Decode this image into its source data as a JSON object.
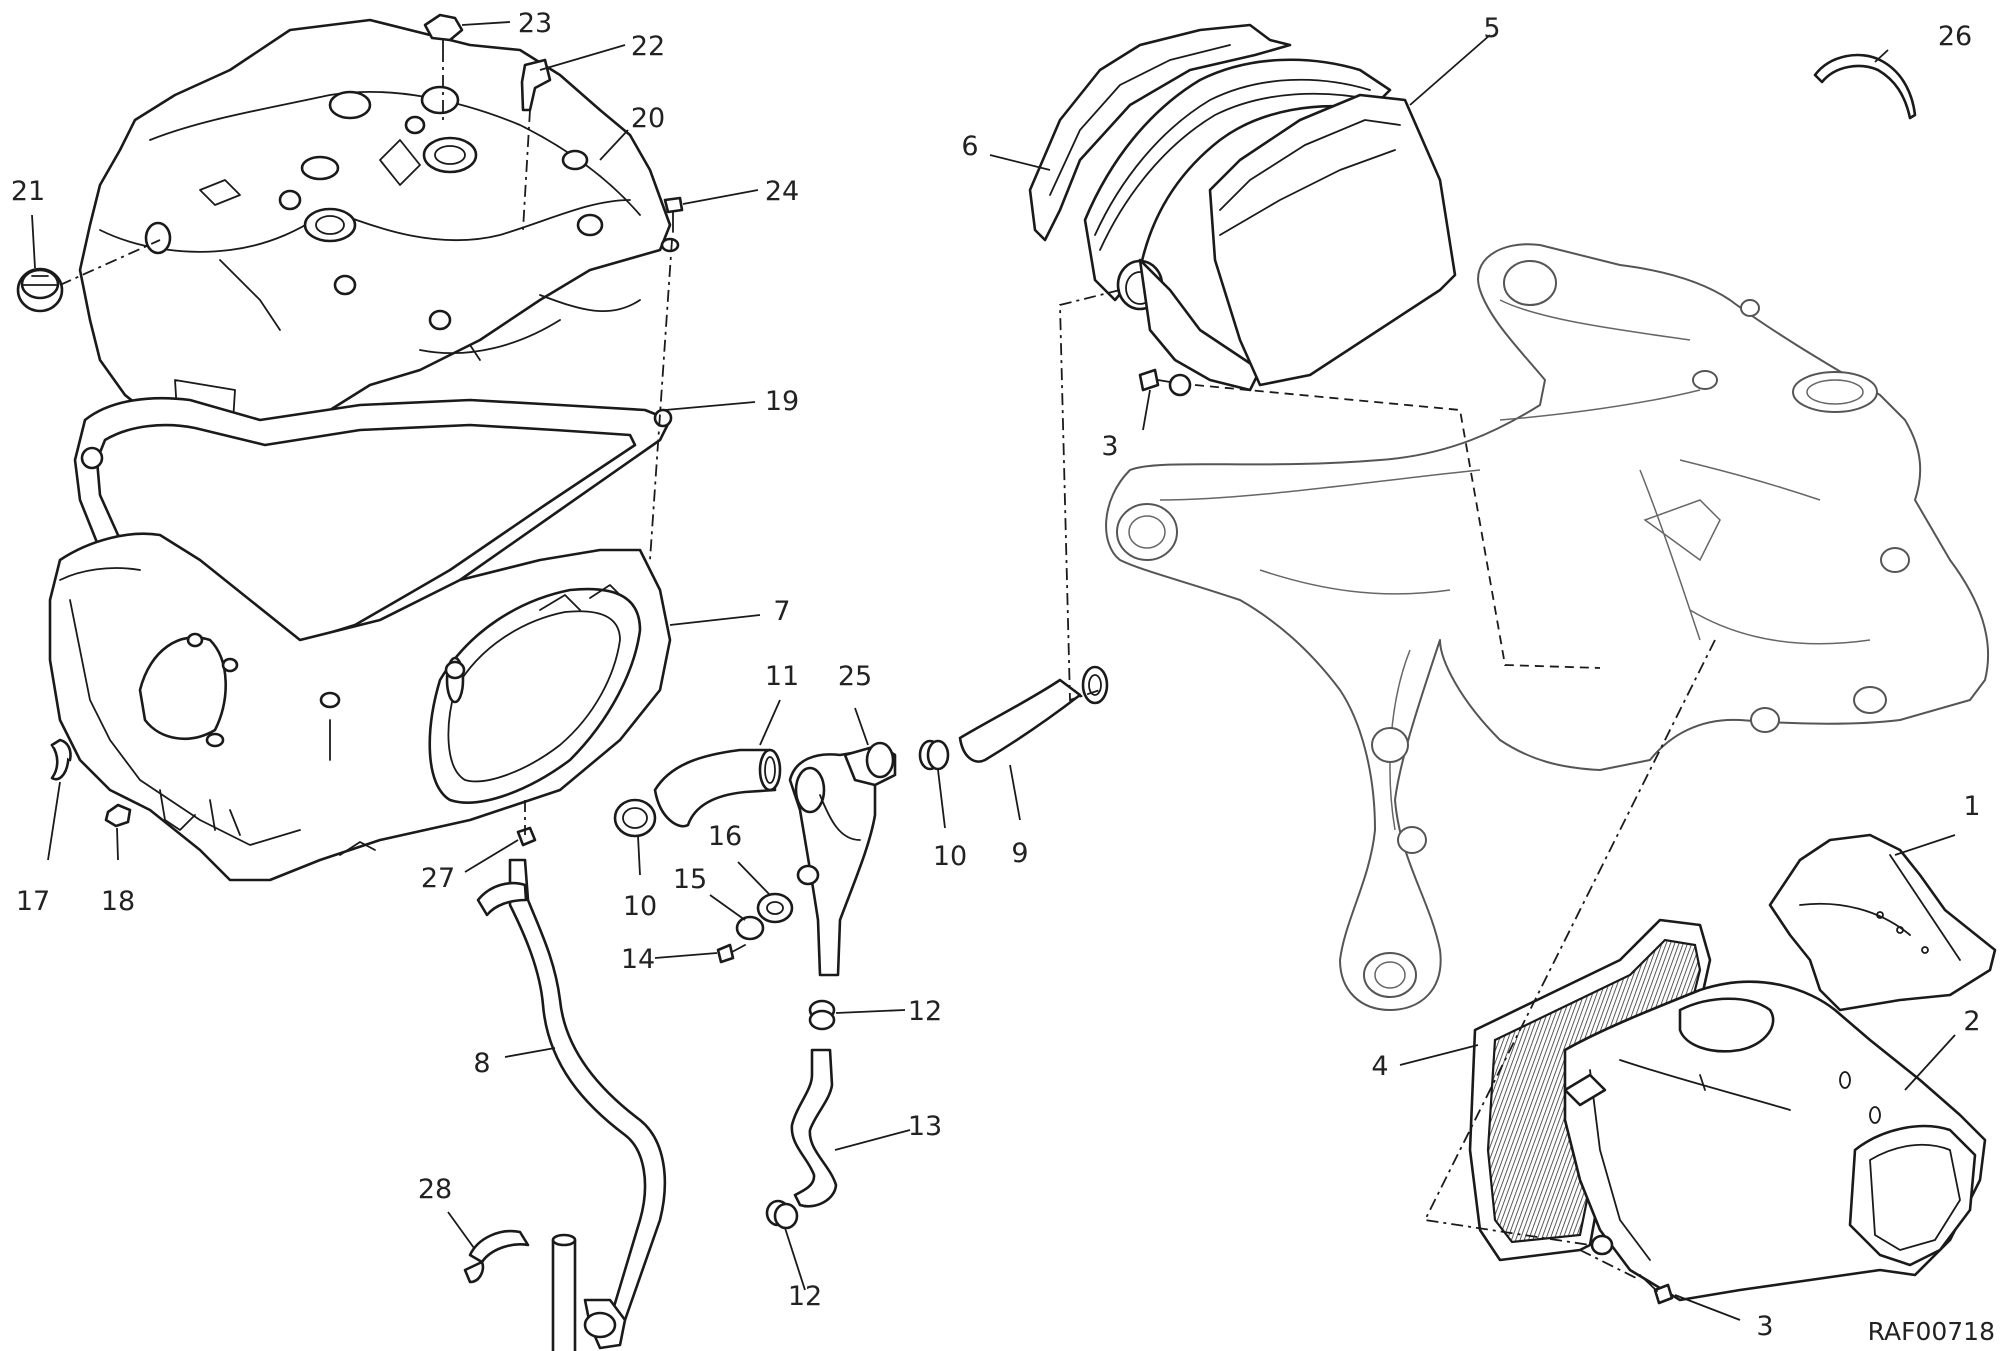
{
  "diagram": {
    "code": "RAF00718",
    "callouts": [
      {
        "id": "c1",
        "label": "1"
      },
      {
        "id": "c2",
        "label": "2"
      },
      {
        "id": "c3a",
        "label": "3"
      },
      {
        "id": "c3b",
        "label": "3"
      },
      {
        "id": "c4",
        "label": "4"
      },
      {
        "id": "c5",
        "label": "5"
      },
      {
        "id": "c6",
        "label": "6"
      },
      {
        "id": "c7",
        "label": "7"
      },
      {
        "id": "c8",
        "label": "8"
      },
      {
        "id": "c9",
        "label": "9"
      },
      {
        "id": "c10a",
        "label": "10"
      },
      {
        "id": "c10b",
        "label": "10"
      },
      {
        "id": "c11",
        "label": "11"
      },
      {
        "id": "c12a",
        "label": "12"
      },
      {
        "id": "c12b",
        "label": "12"
      },
      {
        "id": "c13",
        "label": "13"
      },
      {
        "id": "c14",
        "label": "14"
      },
      {
        "id": "c15",
        "label": "15"
      },
      {
        "id": "c16",
        "label": "16"
      },
      {
        "id": "c17",
        "label": "17"
      },
      {
        "id": "c18",
        "label": "18"
      },
      {
        "id": "c19",
        "label": "19"
      },
      {
        "id": "c20",
        "label": "20"
      },
      {
        "id": "c21",
        "label": "21"
      },
      {
        "id": "c22",
        "label": "22"
      },
      {
        "id": "c23",
        "label": "23"
      },
      {
        "id": "c24",
        "label": "24"
      },
      {
        "id": "c25",
        "label": "25"
      },
      {
        "id": "c26",
        "label": "26"
      },
      {
        "id": "c27",
        "label": "27"
      },
      {
        "id": "c28",
        "label": "28"
      }
    ]
  }
}
